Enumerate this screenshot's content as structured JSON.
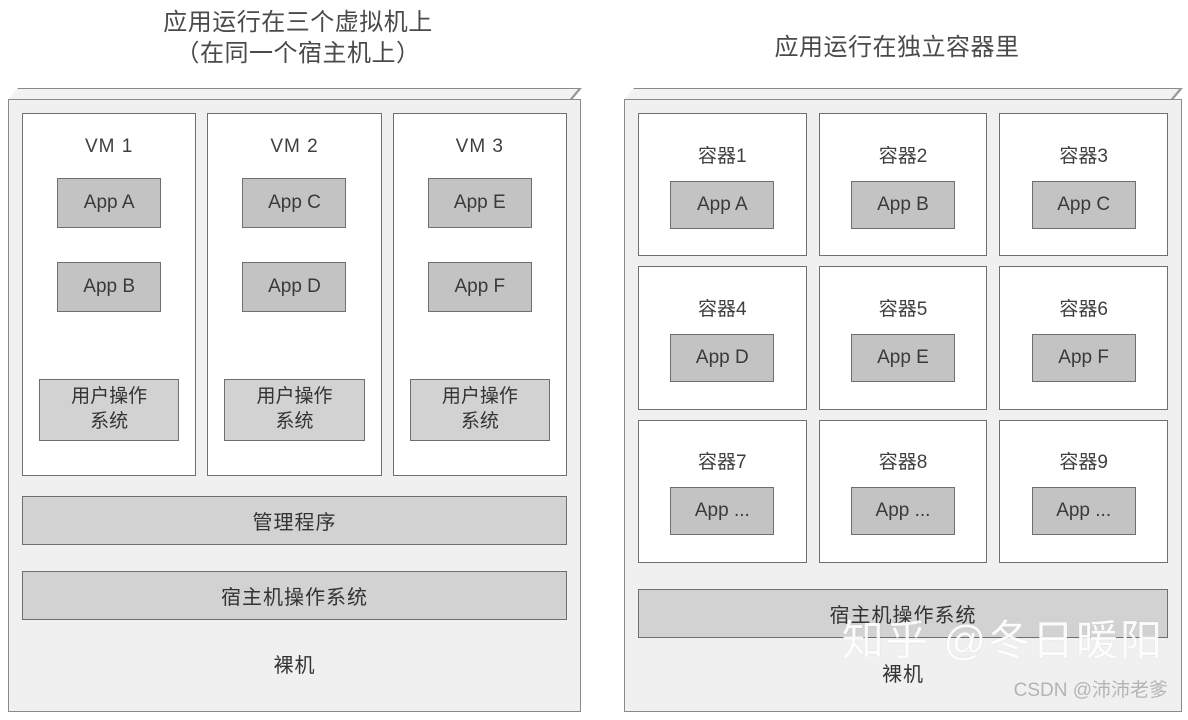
{
  "titles": {
    "left_line1": "应用运行在三个虚拟机上",
    "left_line2": "（在同一个宿主机上）",
    "right": "应用运行在独立容器里"
  },
  "vm_panel": {
    "vms": [
      {
        "name": "VM 1",
        "apps": [
          "App A",
          "App B"
        ],
        "guest_os_line1": "用户操作",
        "guest_os_line2": "系统"
      },
      {
        "name": "VM 2",
        "apps": [
          "App C",
          "App D"
        ],
        "guest_os_line1": "用户操作",
        "guest_os_line2": "系统"
      },
      {
        "name": "VM 3",
        "apps": [
          "App E",
          "App F"
        ],
        "guest_os_line1": "用户操作",
        "guest_os_line2": "系统"
      }
    ],
    "hypervisor": "管理程序",
    "host_os": "宿主机操作系统",
    "bare_metal": "裸机"
  },
  "container_panel": {
    "containers": [
      {
        "name": "容器1",
        "app": "App A"
      },
      {
        "name": "容器2",
        "app": "App B"
      },
      {
        "name": "容器3",
        "app": "App C"
      },
      {
        "name": "容器4",
        "app": "App D"
      },
      {
        "name": "容器5",
        "app": "App E"
      },
      {
        "name": "容器6",
        "app": "App F"
      },
      {
        "name": "容器7",
        "app": "App ..."
      },
      {
        "name": "容器8",
        "app": "App ..."
      },
      {
        "name": "容器9",
        "app": "App ..."
      }
    ],
    "host_os": "宿主机操作系统",
    "bare_metal": "裸机"
  },
  "watermarks": {
    "zhihu": "知乎 @冬日暖阳",
    "csdn": "CSDN @沛沛老爹"
  },
  "colors": {
    "panel_bg": "#f0f0f0",
    "box_white": "#ffffff",
    "app_fill": "#c3c3c3",
    "layer_fill": "#d2d2d2",
    "stroke": "#6f6f6f",
    "text": "#3a3a3a"
  }
}
